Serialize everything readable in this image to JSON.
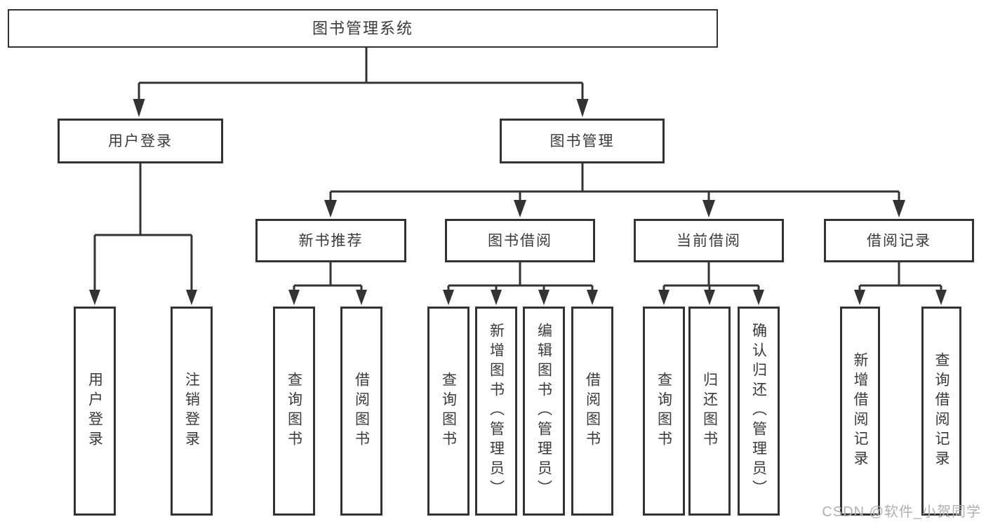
{
  "colors": {
    "line": "#333333",
    "text": "#3a3a3a",
    "bg": "#ffffff",
    "watermark": "#b0b0b0"
  },
  "tree": {
    "label": "图书管理系统",
    "children": [
      {
        "label": "用户登录",
        "children": [
          {
            "label": "用户登录"
          },
          {
            "label": "注销登录"
          }
        ]
      },
      {
        "label": "图书管理",
        "children": [
          {
            "label": "新书推荐",
            "children": [
              {
                "label": "查询图书"
              },
              {
                "label": "借阅图书"
              }
            ]
          },
          {
            "label": "图书借阅",
            "children": [
              {
                "label": "查询图书"
              },
              {
                "label": "新增图书（管理员）"
              },
              {
                "label": "编辑图书（管理员）"
              },
              {
                "label": "借阅图书"
              }
            ]
          },
          {
            "label": "当前借阅",
            "children": [
              {
                "label": "查询图书"
              },
              {
                "label": "归还图书"
              },
              {
                "label": "确认归还（管理员）"
              }
            ]
          },
          {
            "label": "借阅记录",
            "children": [
              {
                "label": "新增借阅记录"
              },
              {
                "label": "查询借阅记录"
              }
            ]
          }
        ]
      }
    ]
  },
  "watermark": {
    "text": "CSDN @软件_小贺同学"
  }
}
